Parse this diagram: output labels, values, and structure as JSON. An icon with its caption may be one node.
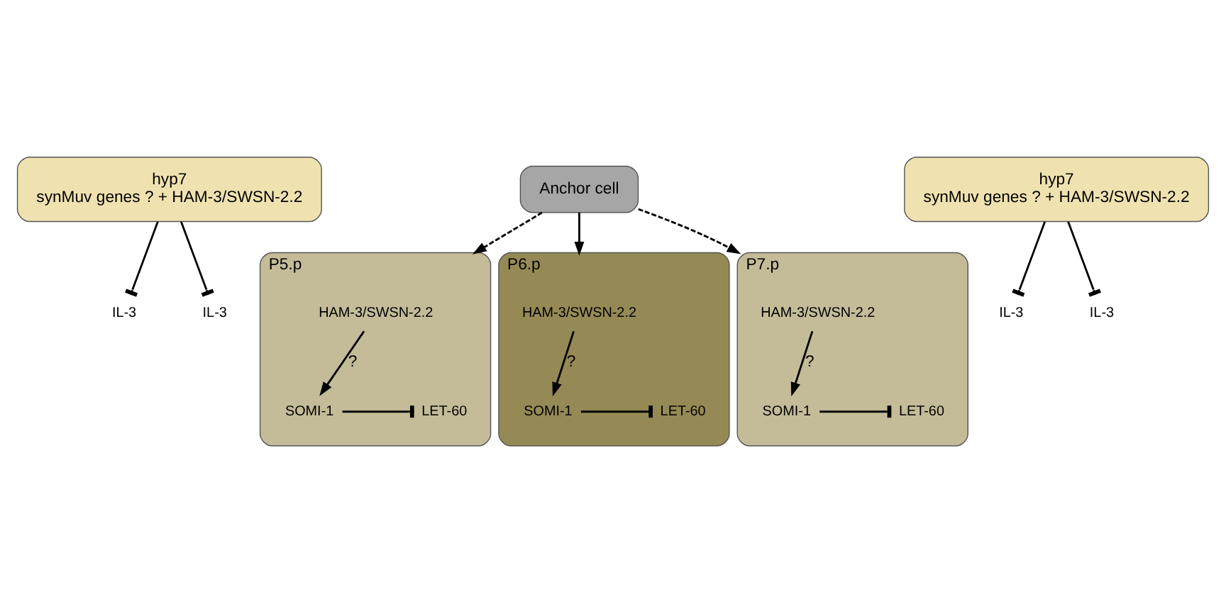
{
  "diagram": {
    "nodes": [
      {
        "text": [
          "hyp7",
          "synMuv genes ? + HAM-3/SWSN-2.2"
        ]
      },
      {
        "text": [
          "Anchor cell"
        ]
      },
      {
        "text": [
          "hyp7",
          "synMuv genes ? + HAM-3/SWSN-2.2"
        ]
      },
      {
        "text": [
          "IL-3"
        ]
      },
      {
        "text": [
          "IL-3"
        ]
      },
      {
        "text": [
          "IL-3"
        ]
      },
      {
        "text": [
          "IL-3"
        ]
      },
      {
        "text": [
          "P5.p"
        ]
      },
      {
        "text": [
          "HAM-3/SWSN-2.2"
        ],
        "in": 7
      },
      {
        "text": [
          "SOMI-1"
        ],
        "in": 7
      },
      {
        "text": [
          "LET-60"
        ],
        "in": 7
      },
      {
        "text": [
          "P6.p"
        ]
      },
      {
        "text": [
          "HAM-3/SWSN-2.2"
        ],
        "in": 11
      },
      {
        "text": [
          "SOMI-1"
        ],
        "in": 11
      },
      {
        "text": [
          "LET-60"
        ],
        "in": 11
      },
      {
        "text": [
          "P7.p"
        ]
      },
      {
        "text": [
          "HAM-3/SWSN-2.2"
        ],
        "in": 15
      },
      {
        "text": [
          "SOMI-1"
        ],
        "in": 15
      },
      {
        "text": [
          "LET-60"
        ],
        "in": 15
      }
    ],
    "edges": [
      {
        "from": 0,
        "to": 3,
        "arrow": "other"
      },
      {
        "from": 0,
        "to": 4,
        "arrow": "other"
      },
      {
        "from": 2,
        "to": 5,
        "arrow": "other"
      },
      {
        "from": 2,
        "to": 6,
        "arrow": "other"
      },
      {
        "from": 1,
        "to": 7,
        "arrow": "to",
        "style": "dashed"
      },
      {
        "from": 1,
        "to": 11,
        "arrow": "to"
      },
      {
        "from": 1,
        "to": 15,
        "arrow": "to",
        "style": "dashed"
      },
      {
        "from": 8,
        "to": 9,
        "arrow": "to",
        "label": "?"
      },
      {
        "from": 9,
        "to": 10,
        "arrow": "other"
      },
      {
        "from": 12,
        "to": 13,
        "arrow": "to",
        "label": "?"
      },
      {
        "from": 13,
        "to": 14,
        "arrow": "other"
      },
      {
        "from": 16,
        "to": 17,
        "arrow": "to",
        "label": "?"
      },
      {
        "from": 17,
        "to": 18,
        "arrow": "other"
      }
    ]
  }
}
